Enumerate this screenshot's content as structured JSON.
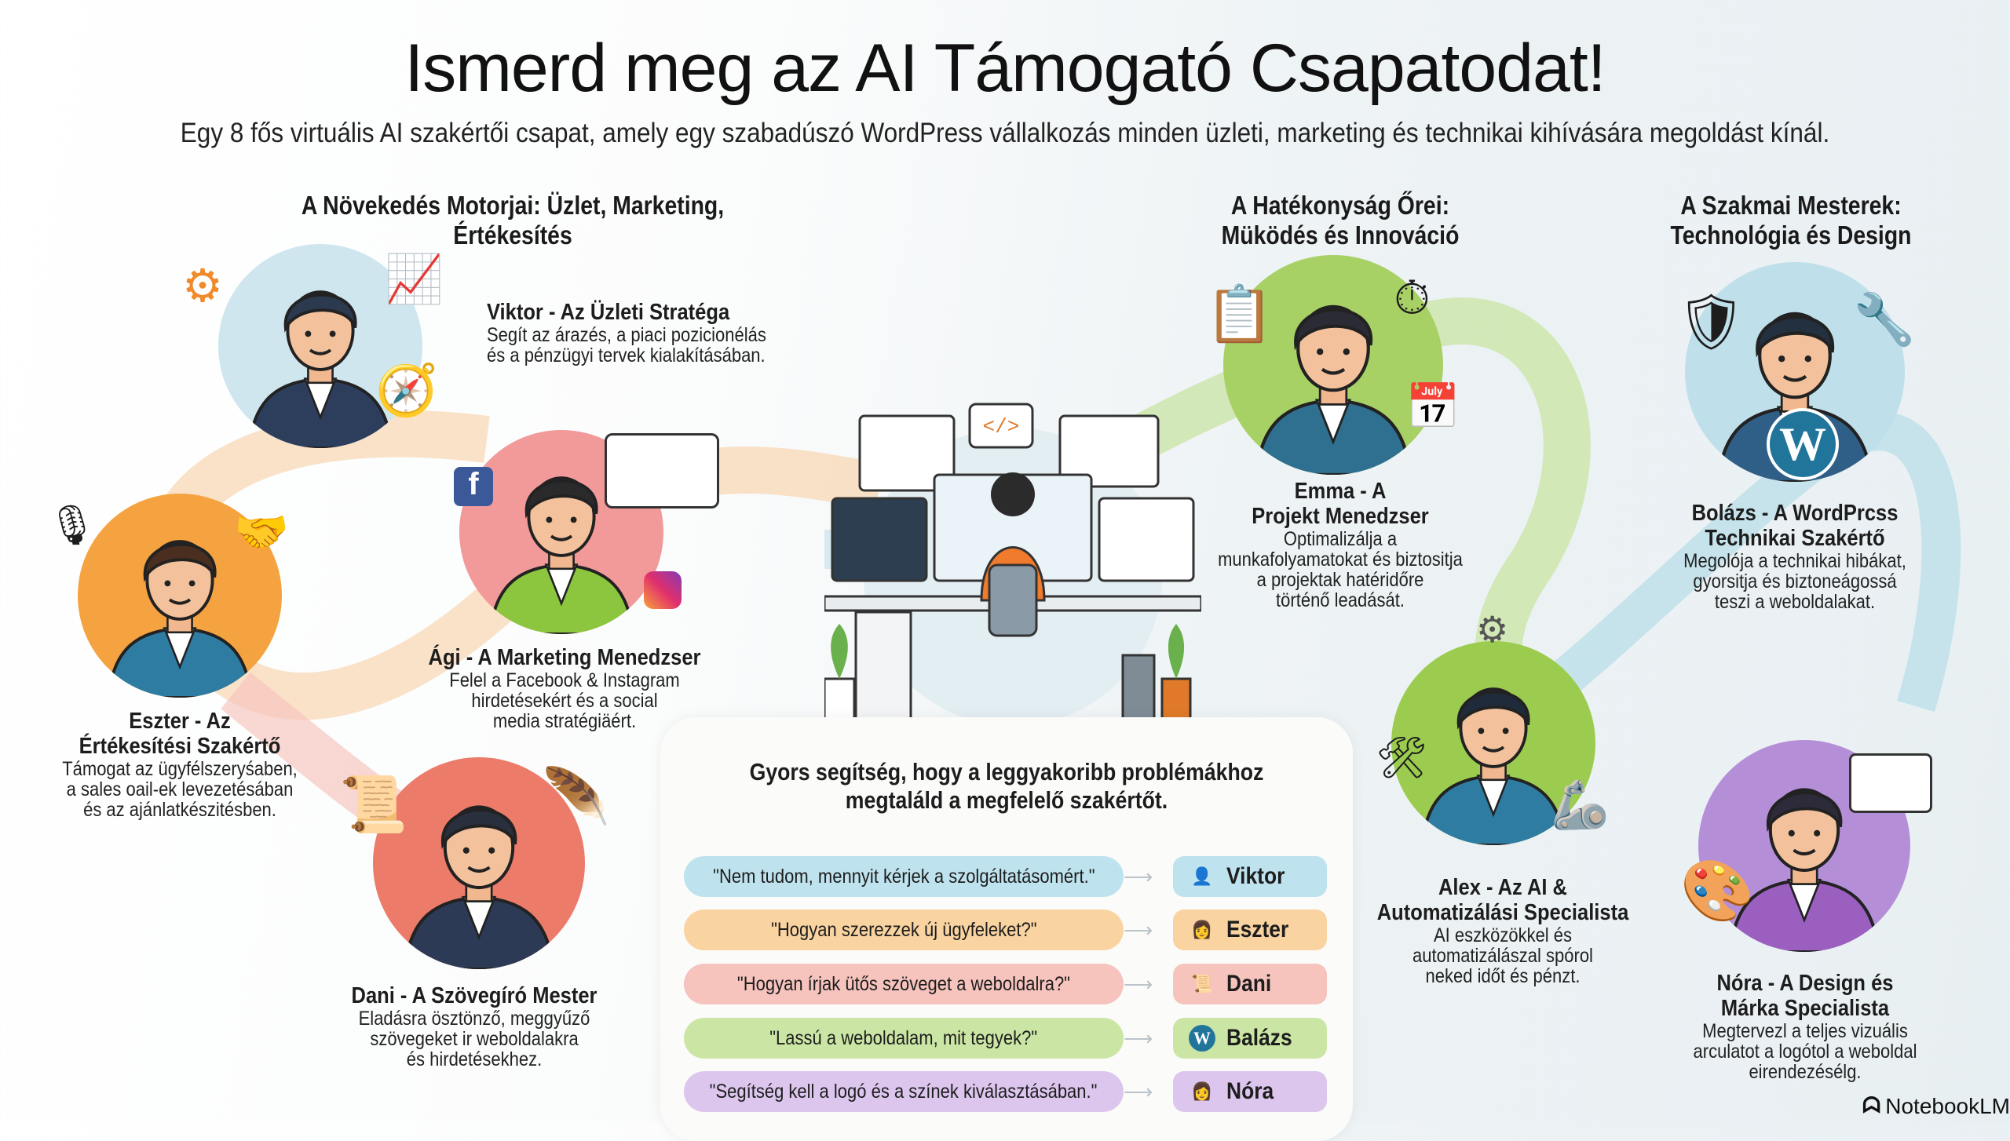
{
  "header": {
    "title": "Ismerd meg az AI Támogató Csapatodat!",
    "subtitle": "Egy 8 fős virtuális AI szakértői csapat, amely egy szabadúszó WordPress vállalkozás minden üzleti, marketing és technikai kihívására megoldást kínál."
  },
  "sections": [
    {
      "title": "A Növekedés Motorjai: Üzlet, Marketing, Értékesítés"
    },
    {
      "title_line1": "A Hatékonyság Őrei:",
      "title_line2": "Müködés és Innováció"
    },
    {
      "title_line1": "A Szakmai Mesterek:",
      "title_line2": "Technológia és Design"
    }
  ],
  "team": {
    "viktor": {
      "name": "Viktor - Az Üzleti Stratéga",
      "desc1": "Segít az árazés, a piaci pozicionélás",
      "desc2": "és a pénzügyi tervek kialakításában.",
      "color": "#cfe6ef"
    },
    "eszter": {
      "name1": "Eszter - Az",
      "name2": "Értékesítési Szakértő",
      "desc1": "Támogat az ügyfélszeryśaben,",
      "desc2": "a sales oail-ek levezetésában",
      "desc3": "és az ajánlatkészitésben.",
      "color": "#f5a340"
    },
    "agi": {
      "name": "Ági - A Marketing Menedzser",
      "desc1": "Felel a Facebook & Instagram",
      "desc2": "hirdetésekért és a social",
      "desc3": "media stratégiäért.",
      "color": "#f29a9a"
    },
    "dani": {
      "name": "Dani - A Szövegíró Mester",
      "desc1": "Eladásra ösztönző, meggyűző",
      "desc2": "szövegeket ir weboldalakra",
      "desc3": "és hirdetésekhez.",
      "color": "#ec7b6a"
    },
    "emma": {
      "name1": "Emma - A",
      "name2": "Projekt Menedzser",
      "desc1": "Optimalizálja a",
      "desc2": "munkafolyamatokat és biztositja",
      "desc3": "a projektak hatéridőre",
      "desc4": "történő leadását.",
      "color": "#a8d165"
    },
    "balazs": {
      "name1": "Bolázs - A WordPrcss",
      "name2": "Technikai Szakértő",
      "desc1": "Megolója a technikai hibákat,",
      "desc2": "gyorsitja és biztoneágossá",
      "desc3": "teszi a weboldalakat.",
      "color": "#bfe0ea"
    },
    "alex": {
      "name1": "Alex - Az AI &",
      "name2": "Automatizálási Specialista",
      "desc1": "AI eszközökkel és",
      "desc2": "automatizálászal spórol",
      "desc3": "neked időt és pénzt.",
      "color": "#9ccc4f"
    },
    "nora": {
      "name1": "Nóra - A Design és",
      "name2": "Márka Specialista",
      "desc1": "Megtervezl a teljes vizuális",
      "desc2": "arculatot a logótol a weboldal",
      "desc3": "eirendezésélg.",
      "color": "#b58ed8"
    }
  },
  "help": {
    "title1": "Gyors segítség, hogy a leggyakoribb problémákhoz",
    "title2": "megtaláld a megfelelő szakértőt.",
    "rows": [
      {
        "question": "\"Nem tudom, mennyit kérjek a szolgáltatásomért.\"",
        "expert": "Viktor",
        "icon": "person-icon",
        "color": "#bfe3ee"
      },
      {
        "question": "\"Hogyan szerezzek új ügyfeleket?\"",
        "expert": "Eszter",
        "icon": "woman-icon",
        "color": "#f9d3a0"
      },
      {
        "question": "\"Hogyan írjak ütős szöveget a weboldalra?\"",
        "expert": "Dani",
        "icon": "scroll-quill-icon",
        "color": "#f6c3bd"
      },
      {
        "question": "\"Lassú a weboldalam, mit tegyek?\"",
        "expert": "Balázs",
        "icon": "wordpress-icon",
        "color": "#cbe6a4"
      },
      {
        "question": "\"Segítség kell a logó és a színek kiválasztásában.\"",
        "expert": "Nóra",
        "icon": "woman-icon",
        "color": "#dcc6ee"
      }
    ]
  },
  "brand": {
    "label": "NotebookLM"
  }
}
